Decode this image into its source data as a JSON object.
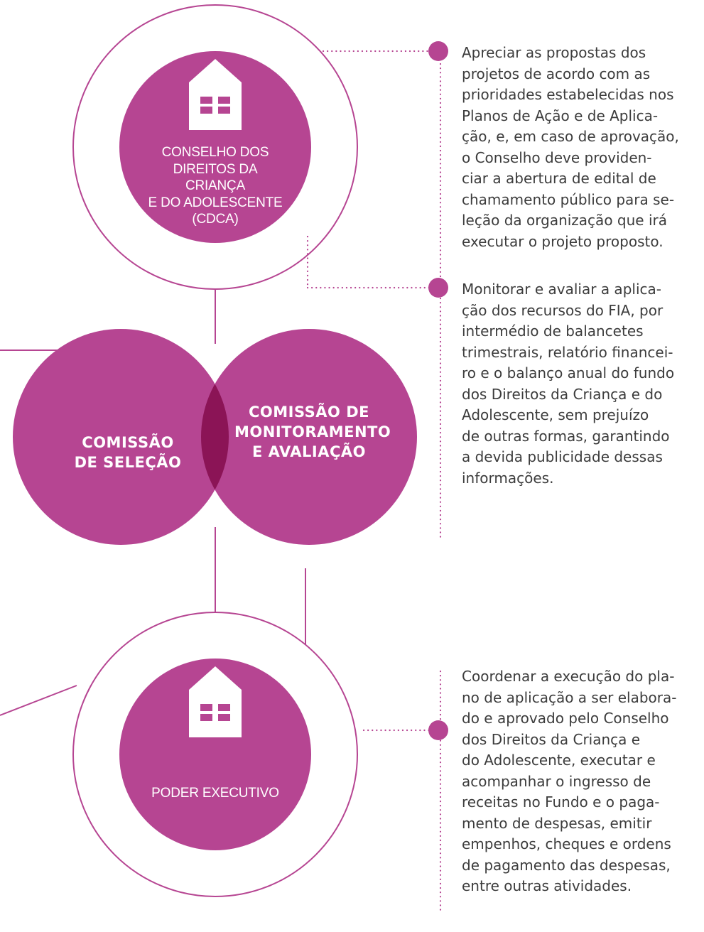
{
  "colors": {
    "primary": "#b64592",
    "overlap": "#8b1456",
    "icon": "#ffffff",
    "connector": "#b64592",
    "text": "#3c3c3c"
  },
  "nodes": {
    "cdca": {
      "icon": "house-icon",
      "label_lines": [
        "CONSELHO DOS",
        "DIREITOS DA CRIANÇA",
        "E DO ADOLESCENTE",
        "(CDCA)"
      ]
    },
    "commission_selection": {
      "label_lines": [
        "COMISSÃO",
        "DE SELEÇÃO"
      ]
    },
    "commission_monitoring": {
      "label_lines": [
        "COMISSÃO DE",
        "MONITORAMENTO",
        "E AVALIAÇÃO"
      ]
    },
    "executive": {
      "icon": "house-icon",
      "label_lines": [
        "PODER EXECUTIVO"
      ]
    }
  },
  "descriptions": [
    {
      "id": "cdca-task",
      "lines": [
        "Apreciar as propostas dos",
        "projetos de acordo com as",
        "prioridades estabelecidas nos",
        "Planos de Ação e de Aplica-",
        "ção, e, em caso de aprovação,",
        "o Conselho deve providen-",
        "ciar a abertura de edital de",
        "chamamento público para se-",
        "leção da organização que irá",
        "executar o projeto proposto."
      ]
    },
    {
      "id": "monitoring-task",
      "lines": [
        "Monitorar e avaliar a aplica-",
        "ção dos recursos do FIA, por",
        "intermédio de balancetes",
        "trimestrais, relatório financei-",
        "ro e o balanço anual do fundo",
        "dos Direitos da Criança e do",
        "Adolescente, sem prejuízo",
        "de outras formas, garantindo",
        "a devida publicidade dessas",
        "informações."
      ]
    },
    {
      "id": "executive-task",
      "lines": [
        "Coordenar a execução do pla-",
        "no de aplicação a ser elabora-",
        "do e aprovado pelo Conselho",
        "dos Direitos da Criança e",
        "do Adolescente, executar e",
        "acompanhar o ingresso de",
        "receitas no Fundo e o paga-",
        "mento de despesas, emitir",
        "empenhos, cheques e ordens",
        "de pagamento das despesas,",
        "entre outras atividades."
      ]
    }
  ]
}
